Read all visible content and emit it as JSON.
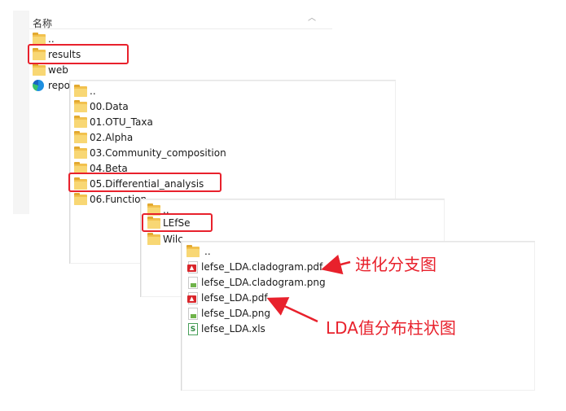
{
  "pane1": {
    "header": "名称",
    "items": [
      {
        "label": "..",
        "icon": "folder-icon"
      },
      {
        "label": "results",
        "icon": "folder-icon"
      },
      {
        "label": "web",
        "icon": "folder-icon"
      },
      {
        "label": "repo",
        "icon": "edge-icon"
      }
    ]
  },
  "pane2": {
    "items": [
      {
        "label": "..",
        "icon": "folder-icon"
      },
      {
        "label": "00.Data",
        "icon": "folder-icon"
      },
      {
        "label": "01.OTU_Taxa",
        "icon": "folder-icon"
      },
      {
        "label": "02.Alpha",
        "icon": "folder-icon"
      },
      {
        "label": "03.Community_composition",
        "icon": "folder-icon"
      },
      {
        "label": "04.Beta",
        "icon": "folder-icon"
      },
      {
        "label": "05.Differential_analysis",
        "icon": "folder-icon"
      },
      {
        "label": "06.Function",
        "icon": "folder-icon"
      }
    ]
  },
  "pane3": {
    "items": [
      {
        "label": "..",
        "icon": "folder-icon"
      },
      {
        "label": "LEfSe",
        "icon": "folder-icon"
      },
      {
        "label": "Wilc",
        "icon": "folder-icon"
      }
    ]
  },
  "pane4": {
    "items": [
      {
        "label": "..",
        "icon": "folder-icon"
      },
      {
        "label": "lefse_LDA.cladogram.pdf",
        "icon": "pdf-file-icon"
      },
      {
        "label": "lefse_LDA.cladogram.png",
        "icon": "png-file-icon"
      },
      {
        "label": "lefse_LDA.pdf",
        "icon": "pdf-file-icon"
      },
      {
        "label": "lefse_LDA.png",
        "icon": "png-file-icon"
      },
      {
        "label": "lefse_LDA.xls",
        "icon": "xls-file-icon"
      }
    ]
  },
  "annotations": {
    "cladogram": "进化分支图",
    "lda": "LDA值分布柱状图"
  },
  "colors": {
    "highlight": "#e8212c",
    "folder": "#f2c14e"
  }
}
